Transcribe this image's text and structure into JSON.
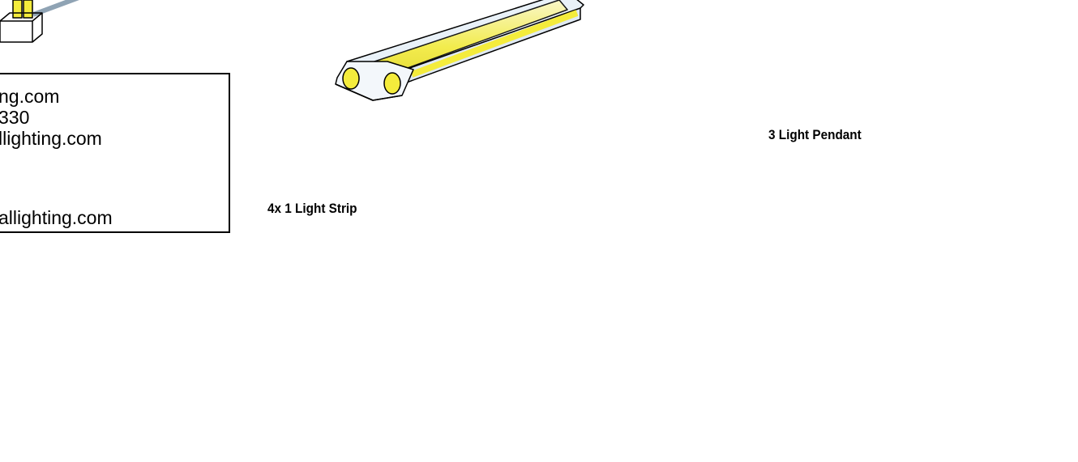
{
  "info_box": {
    "lines": [
      "ng.com",
      "330",
      "llighting.com",
      "",
      "allighting.com"
    ]
  },
  "labels": {
    "strip": "4x 1 Light Strip",
    "pendant": "3 Light Pendant"
  },
  "colors": {
    "lamp_yellow": "#f4ec3c",
    "lamp_light": "#fbf8c4",
    "reflector_blue": "#c6dcef",
    "rod_gray": "#8fa3b4",
    "outline": "#000000"
  }
}
